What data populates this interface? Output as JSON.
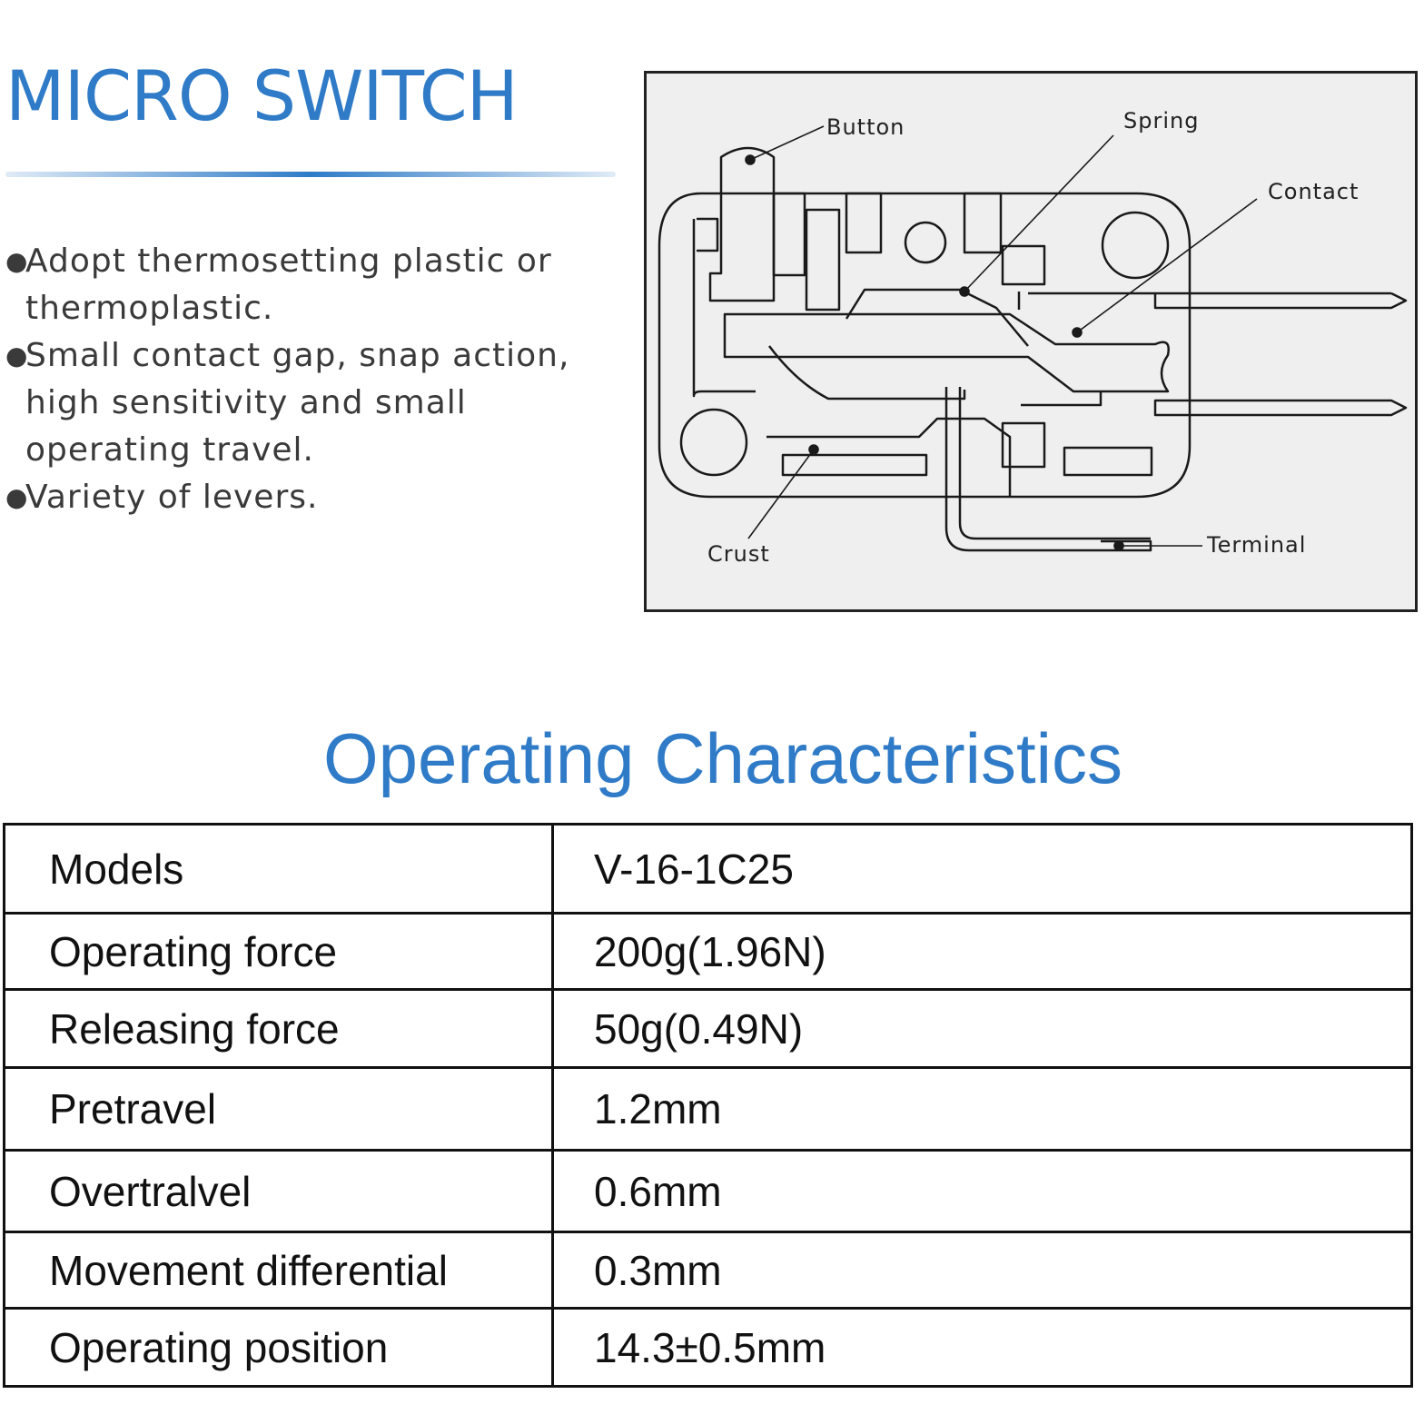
{
  "header": {
    "title": "MICRO SWITCH"
  },
  "features": [
    {
      "bullet": "●",
      "text": "Adopt thermosetting plastic or thermoplastic."
    },
    {
      "bullet": "●",
      "text": "Small contact gap, snap action, high sensitivity and small operating travel."
    },
    {
      "bullet": "●",
      "text": "Variety of levers."
    }
  ],
  "diagram": {
    "labels": {
      "button": "Button",
      "spring": "Spring",
      "contact": "Contact",
      "crust": "Crust",
      "terminal": "Terminal"
    }
  },
  "section": {
    "title": "Operating Characteristics"
  },
  "specs": {
    "rows": [
      {
        "label": "Models",
        "value": "V-16-1C25"
      },
      {
        "label": "Operating force",
        "value": "200g(1.96N)"
      },
      {
        "label": "Releasing force",
        "value": "50g(0.49N)"
      },
      {
        "label": "Pretravel",
        "value": "1.2mm"
      },
      {
        "label": "Overtralvel",
        "value": "0.6mm"
      },
      {
        "label": "Movement differential",
        "value": "0.3mm"
      },
      {
        "label": "Operating position",
        "value": "14.3±0.5mm"
      }
    ]
  },
  "colors": {
    "accent": "#2f7bc7",
    "text": "#111111",
    "diagram_background": "#efefef"
  }
}
